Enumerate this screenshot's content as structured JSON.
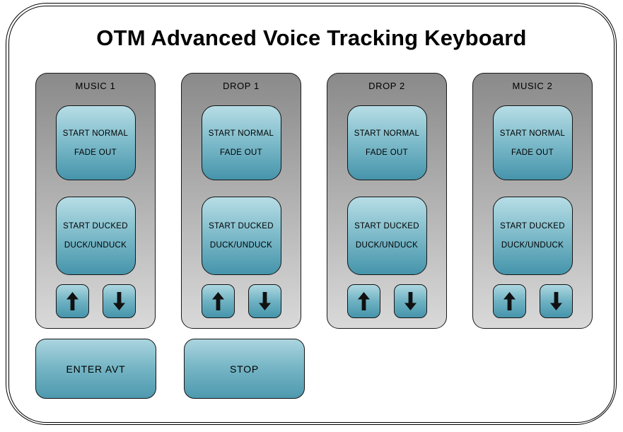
{
  "title": "OTM Advanced Voice Tracking Keyboard",
  "colors": {
    "background": "#ffffff",
    "frame_border": "#000000",
    "panel_gradient_top": "#8a8a8a",
    "panel_gradient_bottom": "#d9d9d9",
    "button_gradient_top": "#b7dde6",
    "button_gradient_bottom": "#4694ab",
    "button_border": "#141414",
    "text": "#000000"
  },
  "icons": {
    "up_arrow": "↑",
    "down_arrow": "↓"
  },
  "panels": [
    {
      "label": "MUSIC 1",
      "buttons": [
        {
          "line1": "START NORMAL",
          "line2": "FADE OUT"
        },
        {
          "line1": "START DUCKED",
          "line2": "DUCK/UNDUCK"
        }
      ]
    },
    {
      "label": "DROP 1",
      "buttons": [
        {
          "line1": "START NORMAL",
          "line2": "FADE OUT"
        },
        {
          "line1": "START DUCKED",
          "line2": "DUCK/UNDUCK"
        }
      ]
    },
    {
      "label": "DROP 2",
      "buttons": [
        {
          "line1": "START NORMAL",
          "line2": "FADE OUT"
        },
        {
          "line1": "START DUCKED",
          "line2": "DUCK/UNDUCK"
        }
      ]
    },
    {
      "label": "MUSIC 2",
      "buttons": [
        {
          "line1": "START NORMAL",
          "line2": "FADE OUT"
        },
        {
          "line1": "START DUCKED",
          "line2": "DUCK/UNDUCK"
        }
      ]
    }
  ],
  "footer": {
    "enter_avt_label": "ENTER AVT",
    "stop_label": "STOP"
  }
}
